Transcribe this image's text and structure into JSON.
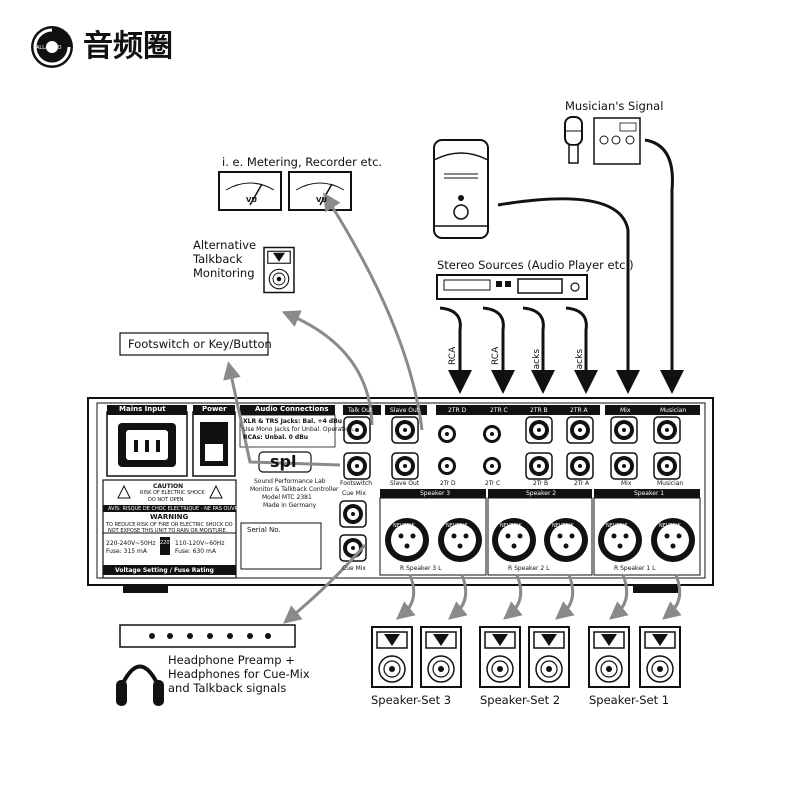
{
  "brand": {
    "logo_text": "ALLAUDIO",
    "title": "音频圈"
  },
  "labels": {
    "musicians_signal": "Musician's Signal",
    "metering": "i. e. Metering, Recorder etc.",
    "alt_talkback": [
      "Alternative",
      "Talkback",
      "Monitoring"
    ],
    "stereo_sources": "Stereo Sources (Audio Player etc.)",
    "footswitch_key": "Footswitch or Key/Button",
    "headphone_preamp": [
      "Headphone Preamp +",
      "Headphones for Cue-Mix",
      "and Talkback signals"
    ],
    "speaker_set_3": "Speaker-Set 3",
    "speaker_set_2": "Speaker-Set 2",
    "speaker_set_1": "Speaker-Set 1",
    "cable_rca_1": "RCA",
    "cable_rca_2": "RCA",
    "cable_jacks_1": "Jacks",
    "cable_jacks_2": "Jacks",
    "vu": "VU"
  },
  "panel": {
    "mains_input": "Mains Input",
    "power": "Power",
    "audio_connections": "Audio Connections",
    "audio_conn_lines": [
      "XLR & TRS Jacks: Bal. +4 dBu",
      "Use Mono Jacks for Unbal. Operation.",
      "RCAs: Unbal. 0 dBu"
    ],
    "brand_mark": "spl",
    "maker_lines": [
      "Sound Performance Lab",
      "Monitor & Talkback Controller",
      "Model MTC 2381",
      "Made in Germany"
    ],
    "serial_no": "Serial No.",
    "caution_lines": [
      "CAUTION",
      "RISK OF ELECTRIC SHOCK",
      "DO NOT OPEN"
    ],
    "avis": "AVIS: RISQUE DE CHOC ELECTRIQUE - NE PAS OUVRIR",
    "warning": "WARNING",
    "warning_lines": [
      "TO REDUCE RISK OF FIRE OR ELECTRIC SHOCK DO",
      "NOT EXPOSE THIS UNIT TO RAIN OR MOISTURE."
    ],
    "volt_1": [
      "220-240V~50Hz",
      "Fuse: 315 mA"
    ],
    "volt_2": [
      "110-120V~60Hz",
      "Fuse: 630 mA"
    ],
    "volt_switch": "220V",
    "voltage_setting": "Voltage Setting / Fuse Rating",
    "talk_out": "Talk Out",
    "slave_out": "Slave Out",
    "footswitch": "Footswitch",
    "slave_out_bottom": "Slave Out",
    "cue_mix": "Cue Mix",
    "cue_mix_bottom": "Cue Mix",
    "inputs_top": [
      "2TR D",
      "2TR C",
      "2TR B",
      "2TR A",
      "Mix",
      "Musician"
    ],
    "inputs_bottom": [
      "2Tr D",
      "2Tr C",
      "2Tr B",
      "2Tr A",
      "Mix",
      "Musician"
    ],
    "speaker_banner_3": "Speaker 3",
    "speaker_banner_2": "Speaker 2",
    "speaker_banner_1": "Speaker 1",
    "speaker_bottom_3": "R  Speaker 3  L",
    "speaker_bottom_2": "R  Speaker 2  L",
    "speaker_bottom_1": "R  Speaker 1  L",
    "neutrik": "NEUTRIK",
    "ch_l": "L",
    "ch_r": "R"
  },
  "colors": {
    "arrow_black": "#111111",
    "arrow_gray": "#8a8a8a",
    "panel_fill": "#f4f4f4"
  }
}
